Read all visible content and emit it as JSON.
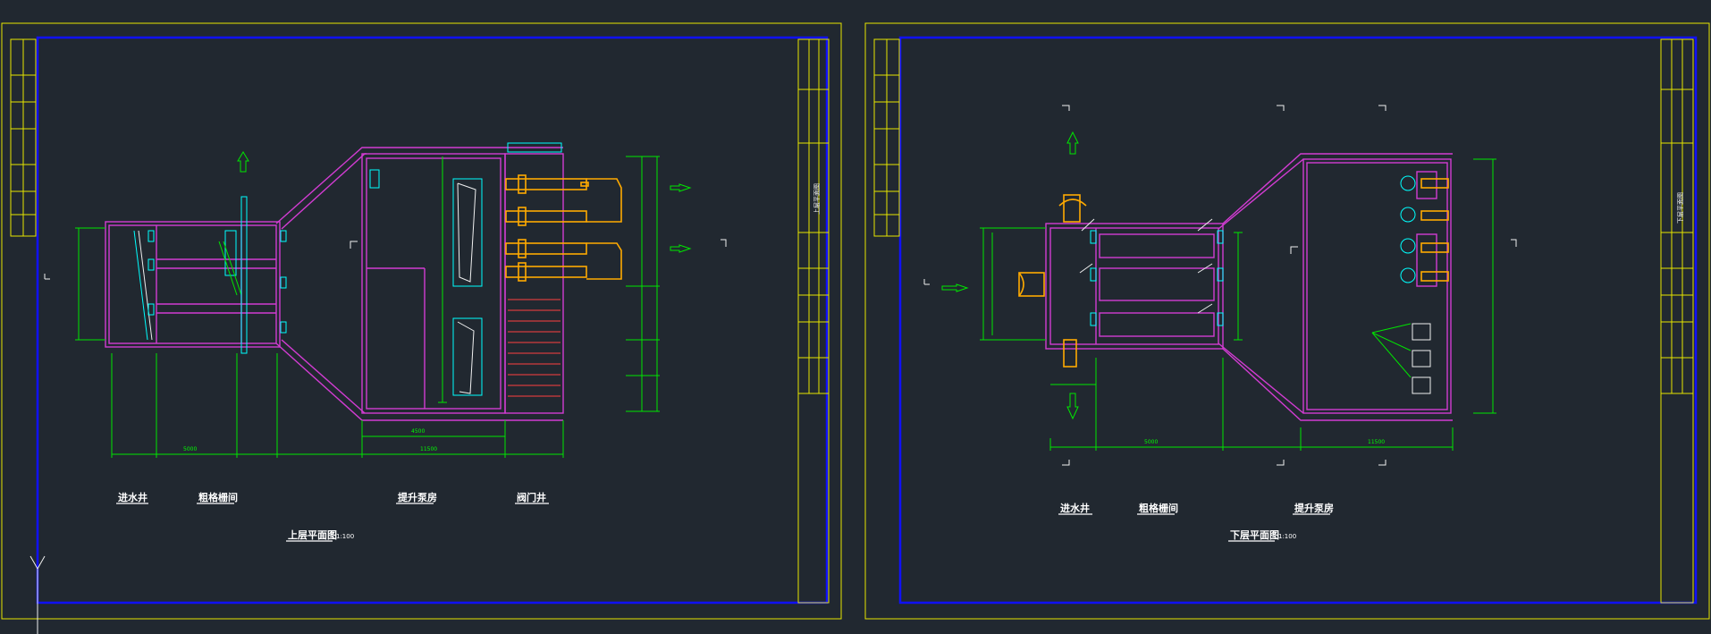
{
  "sheet1": {
    "rooms": {
      "inlet_well": "进水井",
      "screen_room": "粗格栅间",
      "pump_room": "提升泵房",
      "valve_well": "阀门井"
    },
    "title": "上层平面图",
    "scale": "1:100",
    "side_title": "上层平面图"
  },
  "sheet2": {
    "rooms": {
      "inlet_well": "进水井",
      "screen_room": "粗格栅间",
      "pump_room": "提升泵房"
    },
    "title": "下层平面图",
    "scale": "1:100",
    "side_title": "下层平面图"
  },
  "colors": {
    "background": "#212830",
    "frame": "#e6e600",
    "border": "#1010ff",
    "wall": "#d23cd2",
    "dimension": "#00e600",
    "equipment": "#00ffff",
    "pipe": "#ffaa00"
  }
}
